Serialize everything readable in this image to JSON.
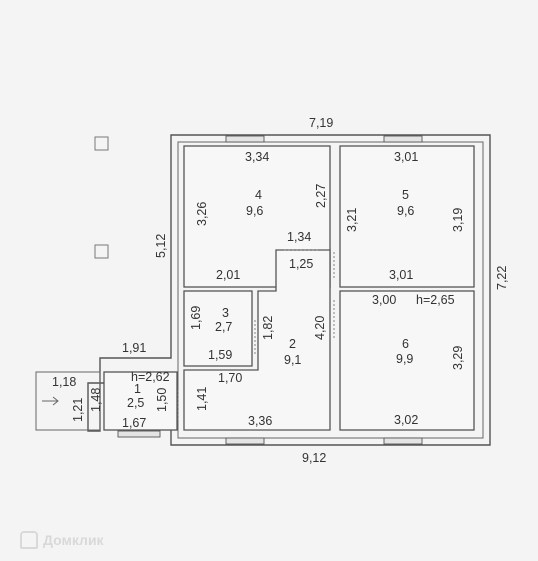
{
  "plan": {
    "overall": {
      "top": "7,19",
      "bottom": "9,12",
      "right": "7,22",
      "left_upper": "5,12",
      "porch_top": "1,91"
    },
    "rooms": [
      {
        "id": "1",
        "area": "2,5",
        "height": "h=2,62",
        "dims": [
          "1,48",
          "1,50",
          "1,67",
          "1,41"
        ]
      },
      {
        "id": "2",
        "area": "9,1",
        "dims": [
          "1,34",
          "1,25",
          "1,82",
          "1,70",
          "3,36",
          "4,20"
        ]
      },
      {
        "id": "3",
        "area": "2,7",
        "dims": [
          "1,69",
          "1,59"
        ]
      },
      {
        "id": "4",
        "area": "9,6",
        "dims": [
          "3,34",
          "3,26",
          "2,27",
          "2,01"
        ]
      },
      {
        "id": "5",
        "area": "9,6",
        "dims": [
          "3,01",
          "3,21",
          "3,19",
          "3,01"
        ]
      },
      {
        "id": "6",
        "area": "9,9",
        "height": "h=2,65",
        "dims": [
          "3,00",
          "3,29",
          "3,02"
        ]
      }
    ],
    "porch": {
      "dims": [
        "1,18",
        "1,21"
      ]
    }
  },
  "watermark": {
    "text": "Домклик"
  }
}
